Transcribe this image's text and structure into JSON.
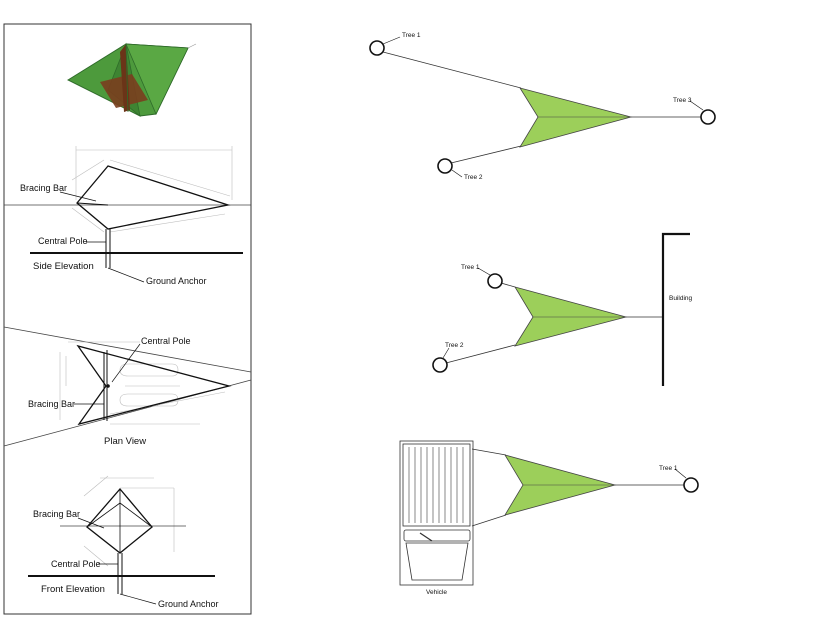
{
  "left_panel": {
    "side_elevation": {
      "title": "Side Elevation",
      "bracing_bar": "Bracing Bar",
      "central_pole": "Central Pole",
      "ground_anchor": "Ground Anchor"
    },
    "plan_view": {
      "title": "Plan View",
      "central_pole": "Central Pole",
      "bracing_bar": "Bracing Bar"
    },
    "front_elevation": {
      "title": "Front Elevation",
      "bracing_bar": "Bracing Bar",
      "central_pole": "Central Pole",
      "ground_anchor": "Ground Anchor"
    }
  },
  "configurations": {
    "three_trees": {
      "tree1": "Tree 1",
      "tree2": "Tree 2",
      "tree3": "Tree 3"
    },
    "building": {
      "tree1": "Tree 1",
      "tree2": "Tree 2",
      "building": "Building"
    },
    "vehicle": {
      "tree1": "Tree 1",
      "vehicle": "Vehicle"
    }
  },
  "colors": {
    "shade_fill": "#9ccf5a",
    "render_green": "#4d9a3c",
    "render_dark": "#2f6b2a",
    "render_brown": "#7a3e1e",
    "line": "#111111",
    "dimension": "#b5b5b5"
  }
}
